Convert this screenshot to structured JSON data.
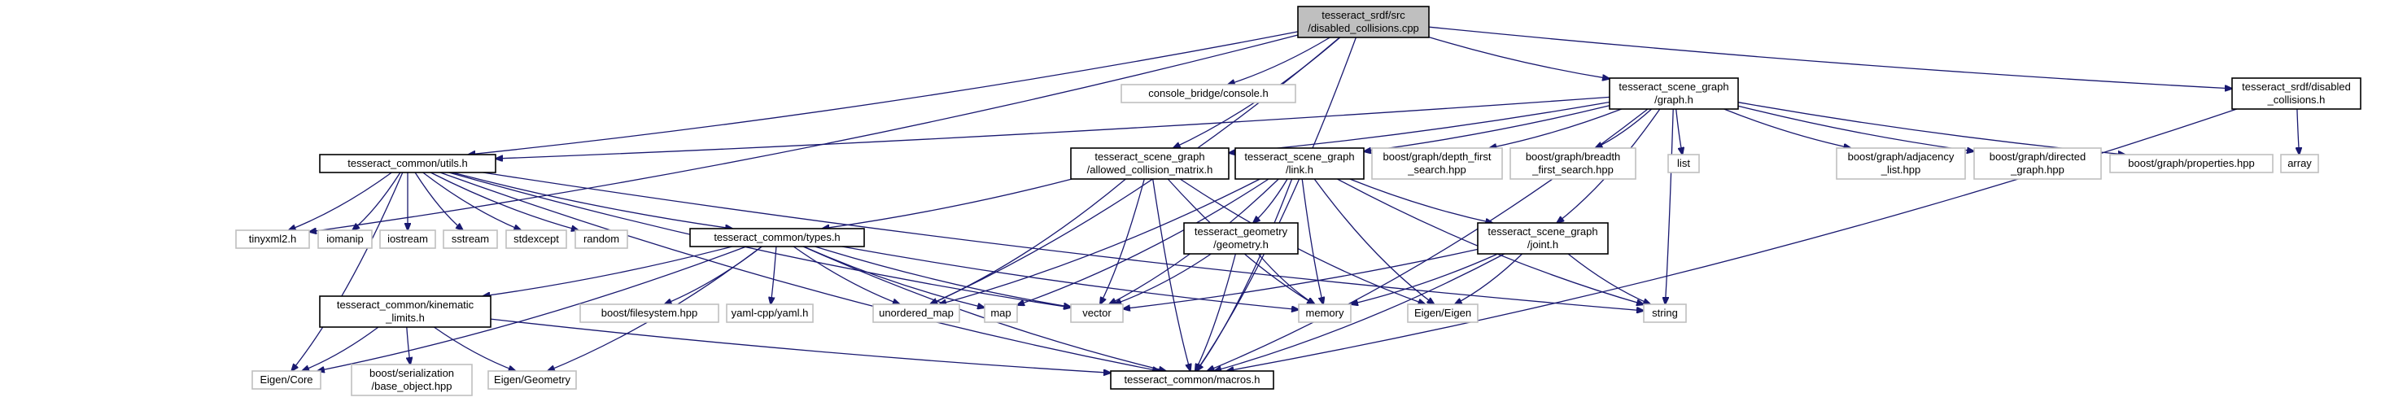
{
  "colors": {
    "edge": "#191970",
    "root_fill": "#bfbfbf",
    "root_stroke": "#000000",
    "documented_fill": "#ffffff",
    "documented_stroke": "#000000",
    "external_fill": "#ffffff",
    "external_stroke": "#bfbfbf"
  },
  "nodes": [
    {
      "id": "root",
      "kind": "root",
      "lines": [
        "tesseract_srdf/src",
        "/disabled_collisions.cpp"
      ]
    },
    {
      "id": "console",
      "kind": "external",
      "lines": [
        "console_bridge/console.h"
      ]
    },
    {
      "id": "graph_h",
      "kind": "documented",
      "lines": [
        "tesseract_scene_graph",
        "/graph.h"
      ]
    },
    {
      "id": "srdf_dc",
      "kind": "documented",
      "lines": [
        "tesseract_srdf/disabled",
        "_collisions.h"
      ]
    },
    {
      "id": "utils",
      "kind": "documented",
      "lines": [
        "tesseract_common/utils.h"
      ]
    },
    {
      "id": "acm",
      "kind": "documented",
      "lines": [
        "tesseract_scene_graph",
        "/allowed_collision_matrix.h"
      ]
    },
    {
      "id": "link",
      "kind": "documented",
      "lines": [
        "tesseract_scene_graph",
        "/link.h"
      ]
    },
    {
      "id": "dfs",
      "kind": "external",
      "lines": [
        "boost/graph/depth_first",
        "_search.hpp"
      ]
    },
    {
      "id": "bfs",
      "kind": "external",
      "lines": [
        "boost/graph/breadth",
        "_first_search.hpp"
      ]
    },
    {
      "id": "list",
      "kind": "external",
      "lines": [
        "list"
      ]
    },
    {
      "id": "adj",
      "kind": "external",
      "lines": [
        "boost/graph/adjacency",
        "_list.hpp"
      ]
    },
    {
      "id": "directed",
      "kind": "external",
      "lines": [
        "boost/graph/directed",
        "_graph.hpp"
      ]
    },
    {
      "id": "props",
      "kind": "external",
      "lines": [
        "boost/graph/properties.hpp"
      ]
    },
    {
      "id": "array",
      "kind": "external",
      "lines": [
        "array"
      ]
    },
    {
      "id": "tinyxml",
      "kind": "external",
      "lines": [
        "tinyxml2.h"
      ]
    },
    {
      "id": "iomanip",
      "kind": "external",
      "lines": [
        "iomanip"
      ]
    },
    {
      "id": "iostream",
      "kind": "external",
      "lines": [
        "iostream"
      ]
    },
    {
      "id": "sstream",
      "kind": "external",
      "lines": [
        "sstream"
      ]
    },
    {
      "id": "stdexcept",
      "kind": "external",
      "lines": [
        "stdexcept"
      ]
    },
    {
      "id": "random",
      "kind": "external",
      "lines": [
        "random"
      ]
    },
    {
      "id": "types",
      "kind": "documented",
      "lines": [
        "tesseract_common/types.h"
      ]
    },
    {
      "id": "geometry",
      "kind": "documented",
      "lines": [
        "tesseract_geometry",
        "/geometry.h"
      ]
    },
    {
      "id": "joint",
      "kind": "documented",
      "lines": [
        "tesseract_scene_graph",
        "/joint.h"
      ]
    },
    {
      "id": "kinematic",
      "kind": "documented",
      "lines": [
        "tesseract_common/kinematic",
        "_limits.h"
      ]
    },
    {
      "id": "filesystem",
      "kind": "external",
      "lines": [
        "boost/filesystem.hpp"
      ]
    },
    {
      "id": "yaml",
      "kind": "external",
      "lines": [
        "yaml-cpp/yaml.h"
      ]
    },
    {
      "id": "umap",
      "kind": "external",
      "lines": [
        "unordered_map"
      ]
    },
    {
      "id": "map",
      "kind": "external",
      "lines": [
        "map"
      ]
    },
    {
      "id": "vector",
      "kind": "external",
      "lines": [
        "vector"
      ]
    },
    {
      "id": "memory",
      "kind": "external",
      "lines": [
        "memory"
      ]
    },
    {
      "id": "eigen",
      "kind": "external",
      "lines": [
        "Eigen/Eigen"
      ]
    },
    {
      "id": "string",
      "kind": "external",
      "lines": [
        "string"
      ]
    },
    {
      "id": "eigencore",
      "kind": "external",
      "lines": [
        "Eigen/Core"
      ]
    },
    {
      "id": "serial",
      "kind": "external",
      "lines": [
        "boost/serialization",
        "/base_object.hpp"
      ]
    },
    {
      "id": "eigengeo",
      "kind": "external",
      "lines": [
        "Eigen/Geometry"
      ]
    },
    {
      "id": "macros",
      "kind": "documented",
      "lines": [
        "tesseract_common/macros.h"
      ]
    }
  ],
  "edges": [
    [
      "root",
      "console"
    ],
    [
      "root",
      "graph_h"
    ],
    [
      "root",
      "srdf_dc"
    ],
    [
      "root",
      "utils"
    ],
    [
      "root",
      "acm"
    ],
    [
      "root",
      "tinyxml"
    ],
    [
      "root",
      "umap"
    ],
    [
      "root",
      "macros"
    ],
    [
      "graph_h",
      "utils"
    ],
    [
      "graph_h",
      "acm"
    ],
    [
      "graph_h",
      "link"
    ],
    [
      "graph_h",
      "dfs"
    ],
    [
      "graph_h",
      "bfs"
    ],
    [
      "graph_h",
      "list"
    ],
    [
      "graph_h",
      "adj"
    ],
    [
      "graph_h",
      "directed"
    ],
    [
      "graph_h",
      "props"
    ],
    [
      "graph_h",
      "joint"
    ],
    [
      "graph_h",
      "string"
    ],
    [
      "graph_h",
      "macros"
    ],
    [
      "srdf_dc",
      "array"
    ],
    [
      "srdf_dc",
      "macros"
    ],
    [
      "utils",
      "tinyxml"
    ],
    [
      "utils",
      "iomanip"
    ],
    [
      "utils",
      "iostream"
    ],
    [
      "utils",
      "sstream"
    ],
    [
      "utils",
      "stdexcept"
    ],
    [
      "utils",
      "random"
    ],
    [
      "utils",
      "types"
    ],
    [
      "utils",
      "vector"
    ],
    [
      "utils",
      "string"
    ],
    [
      "utils",
      "eigencore"
    ],
    [
      "utils",
      "macros"
    ],
    [
      "acm",
      "types"
    ],
    [
      "acm",
      "umap"
    ],
    [
      "acm",
      "vector"
    ],
    [
      "acm",
      "memory"
    ],
    [
      "acm",
      "eigen"
    ],
    [
      "acm",
      "macros"
    ],
    [
      "link",
      "geometry"
    ],
    [
      "link",
      "joint"
    ],
    [
      "link",
      "map"
    ],
    [
      "link",
      "vector"
    ],
    [
      "link",
      "memory"
    ],
    [
      "link",
      "eigen"
    ],
    [
      "link",
      "string"
    ],
    [
      "link",
      "umap"
    ],
    [
      "link",
      "macros"
    ],
    [
      "types",
      "kinematic"
    ],
    [
      "types",
      "filesystem"
    ],
    [
      "types",
      "yaml"
    ],
    [
      "types",
      "umap"
    ],
    [
      "types",
      "map"
    ],
    [
      "types",
      "vector"
    ],
    [
      "types",
      "memory"
    ],
    [
      "types",
      "eigencore"
    ],
    [
      "types",
      "eigengeo"
    ],
    [
      "types",
      "macros"
    ],
    [
      "geometry",
      "vector"
    ],
    [
      "geometry",
      "memory"
    ],
    [
      "geometry",
      "macros"
    ],
    [
      "joint",
      "vector"
    ],
    [
      "joint",
      "memory"
    ],
    [
      "joint",
      "eigen"
    ],
    [
      "joint",
      "string"
    ],
    [
      "joint",
      "macros"
    ],
    [
      "kinematic",
      "eigencore"
    ],
    [
      "kinematic",
      "serial"
    ],
    [
      "kinematic",
      "eigengeo"
    ],
    [
      "kinematic",
      "macros"
    ]
  ]
}
